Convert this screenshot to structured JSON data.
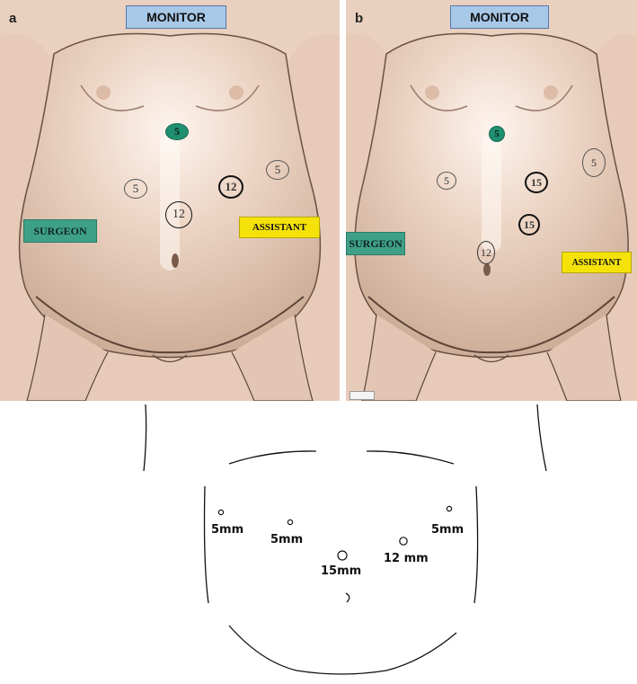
{
  "panels": [
    {
      "letter": "a",
      "monitor_label": "MONITOR",
      "surgeon_label": "SURGEON",
      "assistant_label": "ASSISTANT",
      "ports": [
        "5",
        "5",
        "5",
        "12",
        "12"
      ]
    },
    {
      "letter": "b",
      "monitor_label": "MONITOR",
      "surgeon_label": "SURGEON",
      "assistant_label": "ASSISTANT",
      "ports": [
        "5",
        "5",
        "5",
        "15",
        "15",
        "12"
      ]
    }
  ],
  "line_drawing": {
    "port_labels": [
      "5mm",
      "5mm",
      "5mm",
      "15mm",
      "12 mm"
    ]
  },
  "colors": {
    "skin": "#ecd3c2",
    "monitor": "#a8c8e8",
    "surgeon": "#3fa088",
    "assistant": "#f5e20a",
    "green_port": "#1f8f70"
  }
}
